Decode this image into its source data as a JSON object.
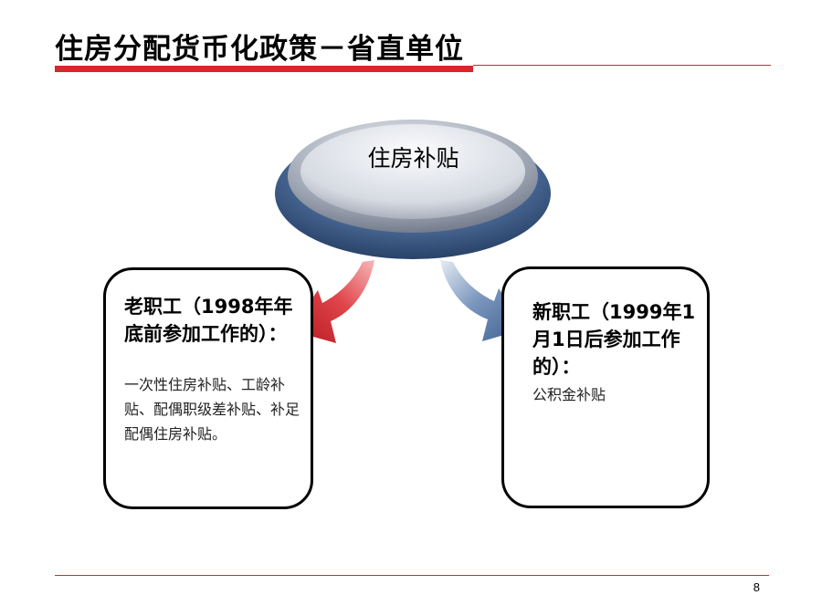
{
  "slide": {
    "title": "住房分配货币化政策－省直单位",
    "page_number": "8"
  },
  "hub": {
    "label": "住房补贴"
  },
  "left_card": {
    "heading": "老职工（1998年年底前参加工作的）：",
    "body": "一次性住房补贴、工龄补贴、配偶职级差补贴、补足配偶住房补贴。"
  },
  "right_card": {
    "heading": "新职工（1999年1月1日后参加工作的）：",
    "body": "公积金补贴"
  },
  "colors": {
    "accent_red": "#d9252b",
    "arrow_red": "#cc1f26",
    "arrow_blue": "#4a6a9a",
    "hub_base": "#3f5f8c",
    "hub_top": "#dfe3ea"
  }
}
